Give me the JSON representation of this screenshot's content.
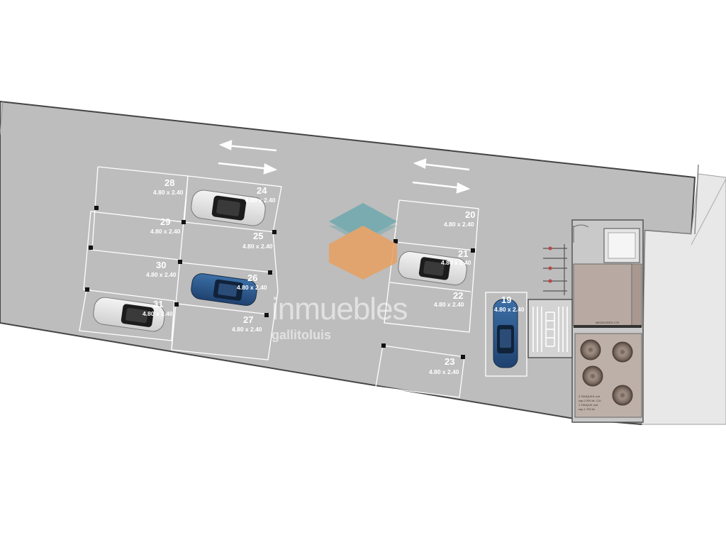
{
  "spaces": [
    {
      "id": "28",
      "number": "28",
      "size": "4.80 x 2.40"
    },
    {
      "id": "29",
      "number": "29",
      "size": "4.80 x 2.40"
    },
    {
      "id": "30",
      "number": "30",
      "size": "4.80 x 2.40"
    },
    {
      "id": "31",
      "number": "31",
      "size": "4.80 x 2.40"
    },
    {
      "id": "24",
      "number": "24",
      "size": "4.80 x 2.40"
    },
    {
      "id": "25",
      "number": "25",
      "size": "4.80 x 2.40"
    },
    {
      "id": "26",
      "number": "26",
      "size": "4.80 x 2.40"
    },
    {
      "id": "27",
      "number": "27",
      "size": "4.80 x 2.40"
    },
    {
      "id": "20",
      "number": "20",
      "size": "4.80 x 2.40"
    },
    {
      "id": "21",
      "number": "21",
      "size": "4.80 x 2.40"
    },
    {
      "id": "22",
      "number": "22",
      "size": "4.80 x 2.40"
    },
    {
      "id": "23",
      "number": "23",
      "size": "4.80 x 2.40"
    },
    {
      "id": "19",
      "number": "19",
      "size": "4.80 x 2.40"
    }
  ],
  "rooms": {
    "meters_label": "MEDIDORES UTE",
    "tanks_line1": "3 TANQUES unit",
    "tanks_line2": "cap.2.000 lts. C/U",
    "tanks_line3": "1 TANQUE unit",
    "tanks_line4": "cap.1.700 lts."
  },
  "watermark": {
    "brand": "inmuebles",
    "sub": "gallitoluis"
  },
  "colors": {
    "floor": "#bdbdbd",
    "lines": "#ffffff",
    "logo_teal": "#6fa8ae",
    "logo_orange": "#e8a061",
    "car_blue": "#2d5a8c",
    "car_white": "#e6e6e6"
  }
}
